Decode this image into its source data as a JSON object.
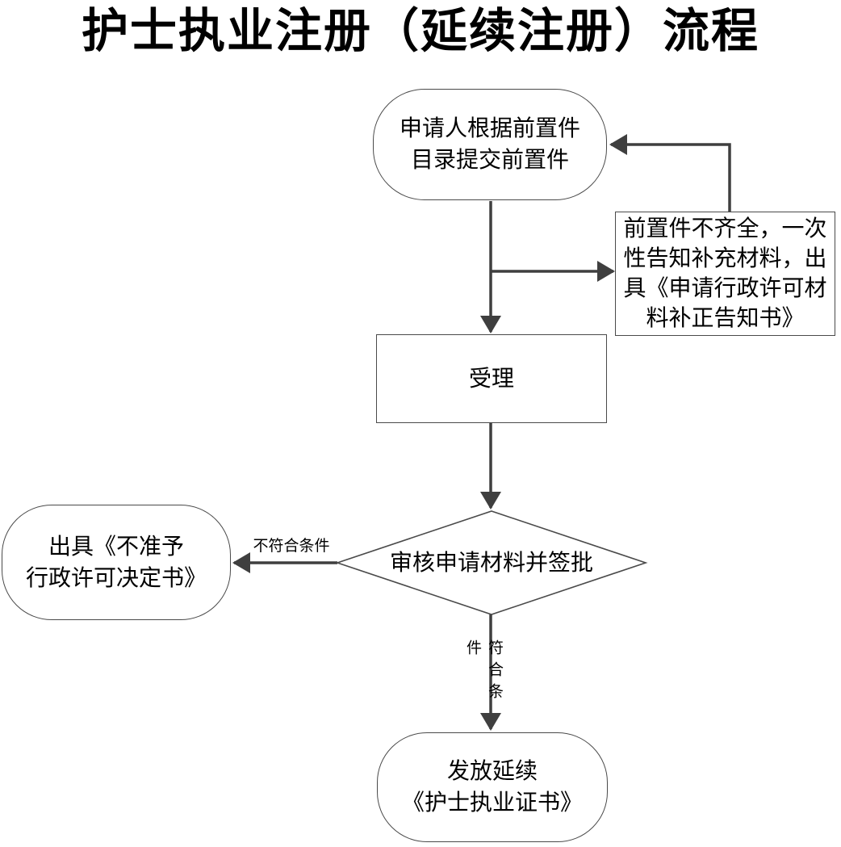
{
  "title": "护士执业注册（延续注册）流程",
  "flowchart": {
    "nodes": {
      "start": {
        "shape": "terminator",
        "label": "申请人根据前置件\n目录提交前置件"
      },
      "supplement_notice": {
        "shape": "rectangle",
        "label": "前置件不齐全，一次\n性告知补充材料，出\n具《申请行政许可材\n料补正告知书》"
      },
      "accept": {
        "shape": "rectangle",
        "label": "受理"
      },
      "review": {
        "shape": "decision",
        "label": "审核申请材料并签批"
      },
      "reject_decision": {
        "shape": "terminator",
        "label": "出具《不准予\n行政许可决定书》"
      },
      "issue_certificate": {
        "shape": "terminator",
        "label": "发放延续\n《护士执业证书》"
      }
    },
    "edge_labels": {
      "not_qualified": "不符合条件",
      "qualified": "符合条件"
    }
  },
  "colors": {
    "background": "#ffffff",
    "text": "#000000",
    "shape_border": "#4a4a4a",
    "connector": "#3f3f3f"
  }
}
